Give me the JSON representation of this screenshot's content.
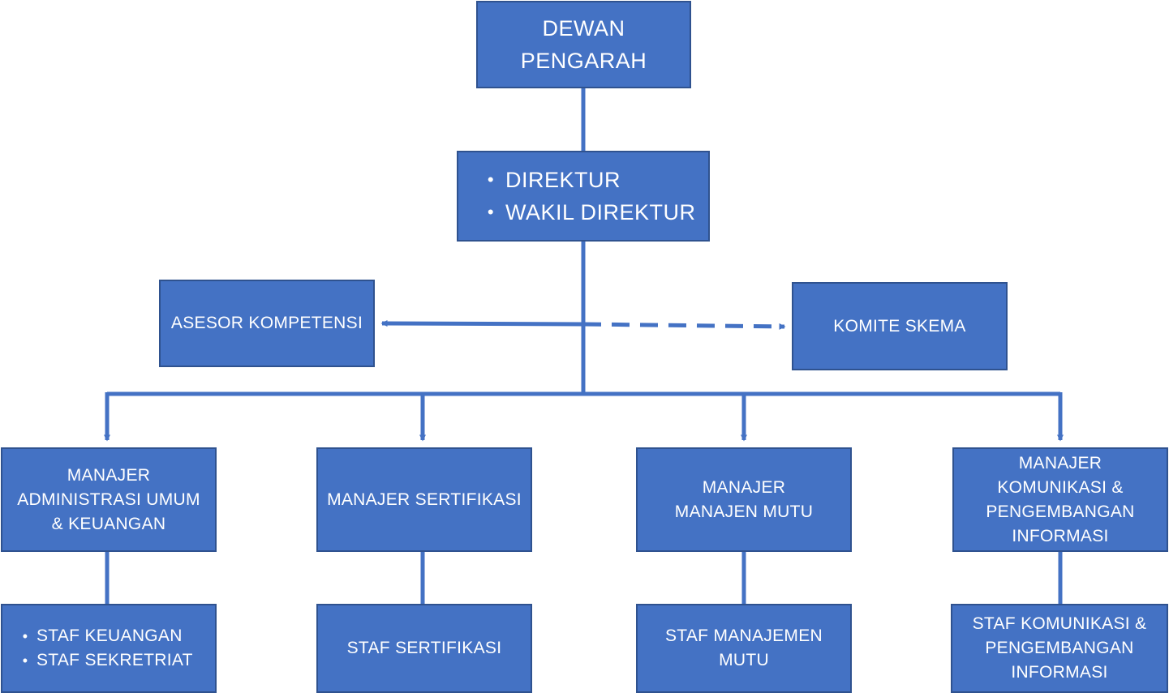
{
  "colors": {
    "box_fill": "#4472c4",
    "box_border": "#2f528f",
    "connector": "#4472c4",
    "text": "#ffffff"
  },
  "nodes": {
    "dewan": {
      "lines": [
        "DEWAN",
        "PENGARAH"
      ]
    },
    "direktur": {
      "bullets": [
        "DIREKTUR",
        "WAKIL DIREKTUR"
      ]
    },
    "asesor": {
      "lines": [
        "ASESOR KOMPETENSI"
      ]
    },
    "komite": {
      "lines": [
        "KOMITE SKEMA"
      ]
    },
    "mgr_admin": {
      "lines": [
        "MANAJER",
        "ADMINISTRASI UMUM",
        "& KEUANGAN"
      ]
    },
    "mgr_sert": {
      "lines": [
        "MANAJER SERTIFIKASI"
      ]
    },
    "mgr_mutu": {
      "lines": [
        "MANAJER",
        "MANAJEN MUTU"
      ]
    },
    "mgr_kom": {
      "lines": [
        "MANAJER",
        "KOMUNIKASI &",
        "PENGEMBANGAN",
        "INFORMASI"
      ]
    },
    "staf_admin": {
      "bullets": [
        "STAF KEUANGAN",
        "STAF SEKRETRIAT"
      ]
    },
    "staf_sert": {
      "lines": [
        "STAF SERTIFIKASI"
      ]
    },
    "staf_mutu": {
      "lines": [
        "STAF MANAJEMEN",
        "MUTU"
      ]
    },
    "staf_kom": {
      "lines": [
        "STAF KOMUNIKASI &",
        "PENGEMBANGAN",
        "INFORMASI"
      ]
    }
  },
  "bullet_glyph": "•",
  "connections": [
    {
      "from": "dewan",
      "to": "direktur",
      "style": "solid",
      "arrow": false
    },
    {
      "from": "direktur",
      "to": "asesor",
      "style": "solid",
      "arrow": true
    },
    {
      "from": "direktur",
      "to": "komite",
      "style": "dashed",
      "arrow": true
    },
    {
      "from": "direktur",
      "to": "mgr_admin",
      "style": "solid",
      "arrow": true
    },
    {
      "from": "direktur",
      "to": "mgr_sert",
      "style": "solid",
      "arrow": true
    },
    {
      "from": "direktur",
      "to": "mgr_mutu",
      "style": "solid",
      "arrow": true
    },
    {
      "from": "direktur",
      "to": "mgr_kom",
      "style": "solid",
      "arrow": true
    },
    {
      "from": "mgr_admin",
      "to": "staf_admin",
      "style": "solid",
      "arrow": false
    },
    {
      "from": "mgr_sert",
      "to": "staf_sert",
      "style": "solid",
      "arrow": false
    },
    {
      "from": "mgr_mutu",
      "to": "staf_mutu",
      "style": "solid",
      "arrow": false
    },
    {
      "from": "mgr_kom",
      "to": "staf_kom",
      "style": "solid",
      "arrow": false
    }
  ]
}
